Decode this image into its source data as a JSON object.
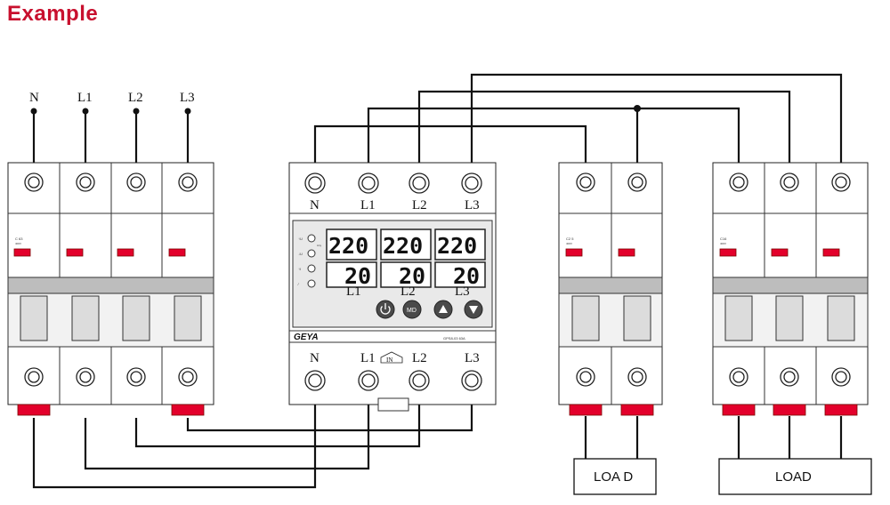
{
  "title": "Example",
  "phase_labels": [
    "N",
    "L1",
    "L2",
    "L3"
  ],
  "relay": {
    "top_terminals": [
      "N",
      "L1",
      "L2",
      "L3"
    ],
    "bottom_terminals": [
      "N",
      "L1",
      "L2",
      "L3"
    ],
    "in_label": "IN",
    "voltage_readings": [
      "220",
      "220",
      "220"
    ],
    "current_readings": [
      "20",
      "20",
      "20"
    ],
    "display_channels": [
      "L1",
      "L2",
      "L3"
    ],
    "indicator_labels": [
      "↑U",
      "↓U",
      "↑I",
      "∕"
    ],
    "any_label": "Any",
    "brand": "GEYA",
    "model": "GPS8-03 63A",
    "buttons": [
      "power",
      "MD",
      "up",
      "down"
    ],
    "md_label": "MD"
  },
  "breakers": {
    "main_rating": "C 63",
    "main_voltage": "400V",
    "middle_rating": "C2 5",
    "middle_voltage": "400V",
    "right_rating": "C16",
    "right_voltage": "400V"
  },
  "loads": [
    "LOA D",
    "LOAD"
  ]
}
